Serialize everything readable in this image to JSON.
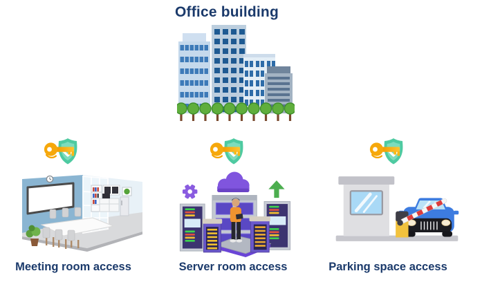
{
  "title": {
    "text": "Office building"
  },
  "columns": [
    {
      "id": "meeting-room",
      "label": "Meeting room access",
      "icon": "key-shield-icon",
      "illustration": "meeting-room-illustration"
    },
    {
      "id": "server-room",
      "label": "Server room access",
      "icon": "key-shield-icon",
      "illustration": "server-room-illustration"
    },
    {
      "id": "parking-space",
      "label": "Parking space access",
      "icon": "key-shield-icon",
      "illustration": "parking-gate-illustration"
    }
  ],
  "icons": {
    "key_shield": "gold key overlapping mint-green shield with white chevron"
  },
  "colors": {
    "background": "#ffffff",
    "heading_text": "#1b3a6b",
    "shield_green": "#4ecaa1",
    "key_gold": "#f6a80b",
    "building_light_blue": "#c5d9ec",
    "building_window_navy": "#1e5a92",
    "tree_green": "#5fae3c",
    "cloud_purple": "#8055de",
    "server_panel_purple": "#5a48c4",
    "person_shirt_orange": "#ef9330",
    "arrow_green": "#4cae4f",
    "barrier_yellow": "#f2c23e",
    "barrier_stripe_red": "#dd3c3c",
    "car_blue": "#3d7ce0"
  }
}
